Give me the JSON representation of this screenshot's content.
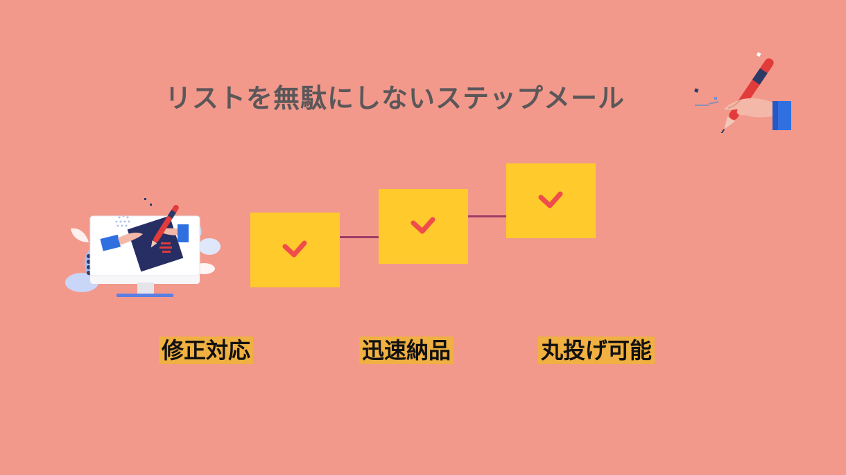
{
  "title": "リストを無駄にしないステップメール",
  "steps": [
    {
      "icon": "check-icon"
    },
    {
      "icon": "check-icon"
    },
    {
      "icon": "check-icon"
    }
  ],
  "labels": [
    "修正対応",
    "迅速納品",
    "丸投げ可能"
  ],
  "colors": {
    "background": "#f2998c",
    "title_text": "#5b5759",
    "step_box": "#ffca2b",
    "check": "#ef4c4c",
    "connector": "#9e3c66",
    "label_highlight": "#f0b042"
  },
  "illustrations": [
    "pen-hand-illustration",
    "monitor-drawing-illustration"
  ]
}
